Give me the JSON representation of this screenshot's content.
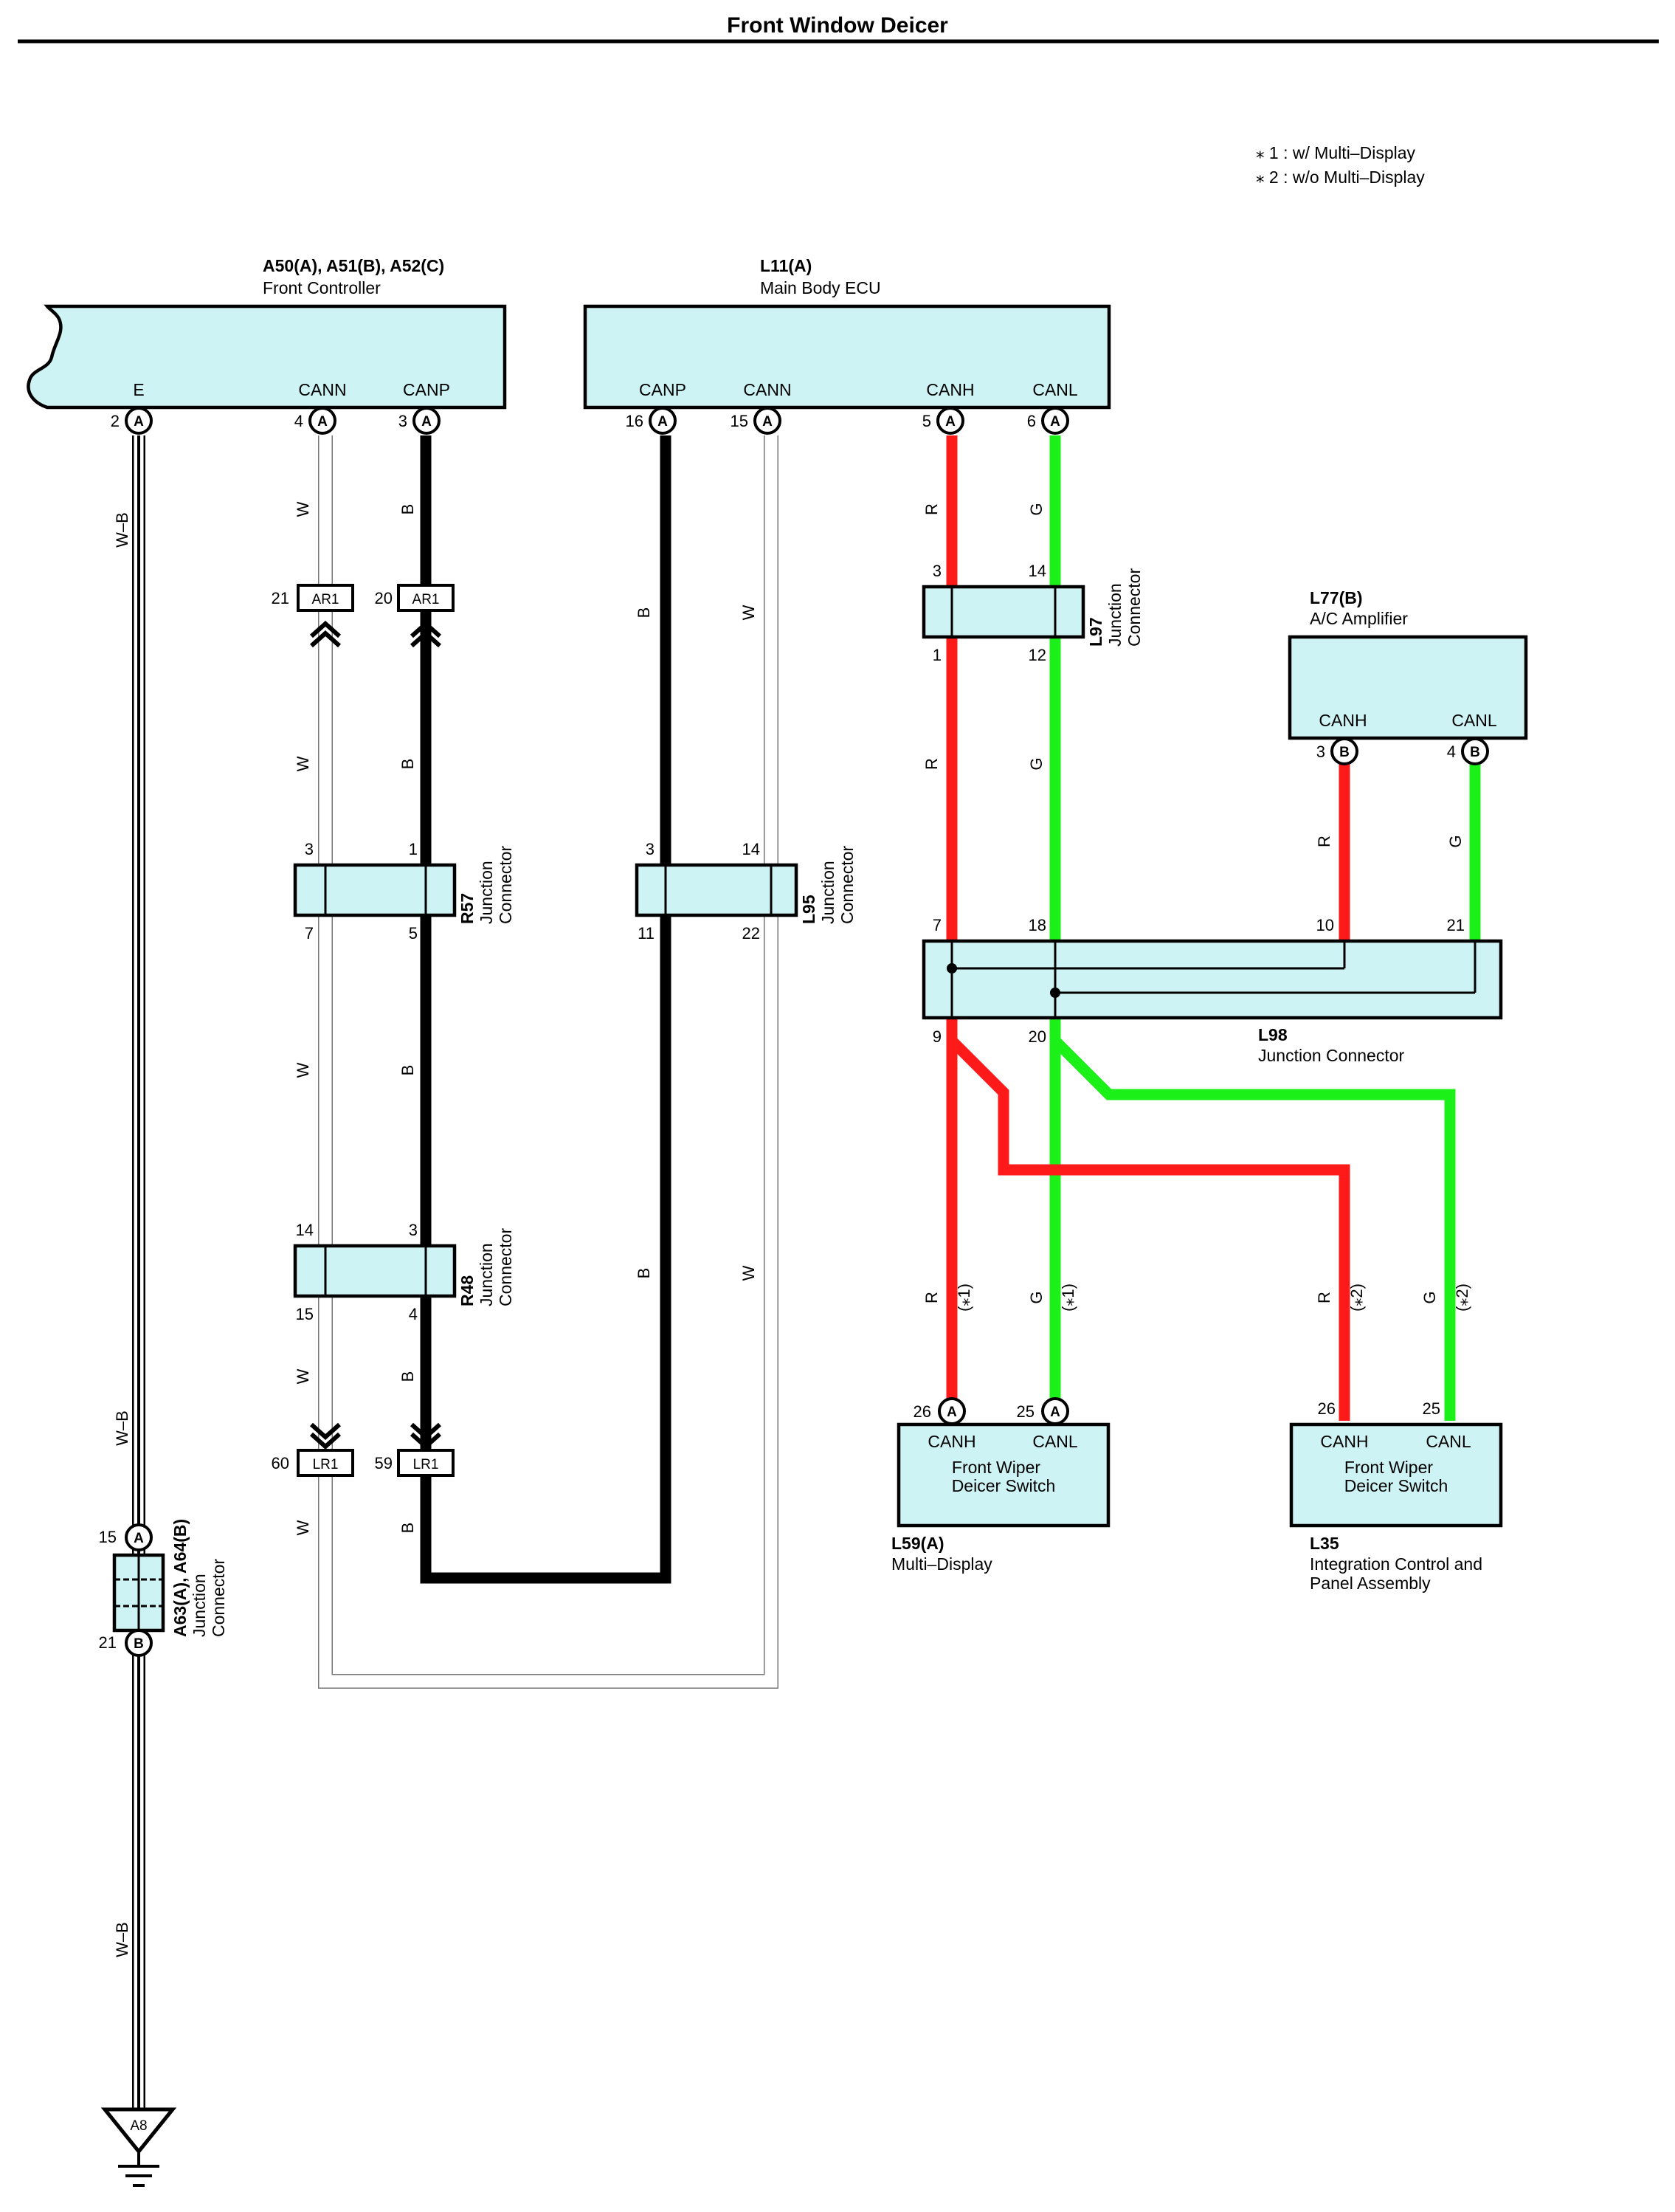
{
  "title": "Front Window Deicer",
  "notes": [
    "⁎ 1 : w/ Multi–Display",
    "⁎ 2 : w/o Multi–Display"
  ],
  "components": {
    "front_controller": {
      "code": "A50(A), A51(B), A52(C)",
      "name": "Front Controller",
      "pins": [
        {
          "label": "E",
          "num": "2",
          "conn": "A"
        },
        {
          "label": "CANN",
          "num": "4",
          "conn": "A"
        },
        {
          "label": "CANP",
          "num": "3",
          "conn": "A"
        }
      ]
    },
    "main_body_ecu": {
      "code": "L11(A)",
      "name": "Main Body ECU",
      "pins": [
        {
          "label": "CANP",
          "num": "16",
          "conn": "A"
        },
        {
          "label": "CANN",
          "num": "15",
          "conn": "A"
        },
        {
          "label": "CANH",
          "num": "5",
          "conn": "A"
        },
        {
          "label": "CANL",
          "num": "6",
          "conn": "A"
        }
      ]
    },
    "ac_amplifier": {
      "code": "L77(B)",
      "name": "A/C Amplifier",
      "pins": [
        {
          "label": "CANH",
          "num": "3",
          "conn": "B"
        },
        {
          "label": "CANL",
          "num": "4",
          "conn": "B"
        }
      ]
    },
    "multi_display": {
      "code": "L59(A)",
      "name": "Multi–Display",
      "inner": [
        "Front Wiper",
        "Deicer Switch"
      ],
      "pins": [
        {
          "label": "CANH",
          "num": "26",
          "conn": "A"
        },
        {
          "label": "CANL",
          "num": "25",
          "conn": "A"
        }
      ]
    },
    "integration_panel": {
      "code": "L35",
      "name": [
        "Integration Control and",
        "Panel Assembly"
      ],
      "inner": [
        "Front Wiper",
        "Deicer Switch"
      ],
      "pins": [
        {
          "label": "CANH",
          "num": "26"
        },
        {
          "label": "CANL",
          "num": "25"
        }
      ]
    }
  },
  "junction_connectors": {
    "r57": {
      "code": "R57",
      "name": [
        "Junction",
        "Connector"
      ],
      "pins": [
        "3",
        "1",
        "7",
        "5"
      ]
    },
    "r48": {
      "code": "R48",
      "name": [
        "Junction",
        "Connector"
      ],
      "pins": [
        "14",
        "3",
        "15",
        "4"
      ]
    },
    "l95": {
      "code": "L95",
      "name": [
        "Junction",
        "Connector"
      ],
      "pins": [
        "3",
        "14",
        "11",
        "22"
      ]
    },
    "l97": {
      "code": "L97",
      "name": [
        "Junction",
        "Connector"
      ],
      "pins": [
        "3",
        "14",
        "1",
        "12"
      ]
    },
    "l98": {
      "code": "L98",
      "name": "Junction Connector",
      "pins": [
        "7",
        "18",
        "10",
        "21",
        "9",
        "20"
      ]
    },
    "a63": {
      "code": "A63(A), A64(B)",
      "name": [
        "Junction",
        "Connector"
      ],
      "pins": [
        {
          "num": "15",
          "conn": "A"
        },
        {
          "num": "21",
          "conn": "B"
        }
      ]
    }
  },
  "inline_connectors": {
    "ar1_left": {
      "num": "21",
      "label": "AR1"
    },
    "ar1_right": {
      "num": "20",
      "label": "AR1"
    },
    "lr1_left": {
      "num": "60",
      "label": "LR1"
    },
    "lr1_right": {
      "num": "59",
      "label": "LR1"
    }
  },
  "ground": {
    "label": "A8"
  },
  "wire_colors": {
    "wb": "W–B",
    "w": "W",
    "b": "B",
    "r": "R",
    "g": "G",
    "note1": "(⁎1)",
    "note2": "(⁎2)"
  },
  "colors": {
    "red_wire": "#ff1a1a",
    "green_wire": "#1cf019",
    "black_wire": "#000000",
    "box_fill": "#cdf3f4"
  }
}
